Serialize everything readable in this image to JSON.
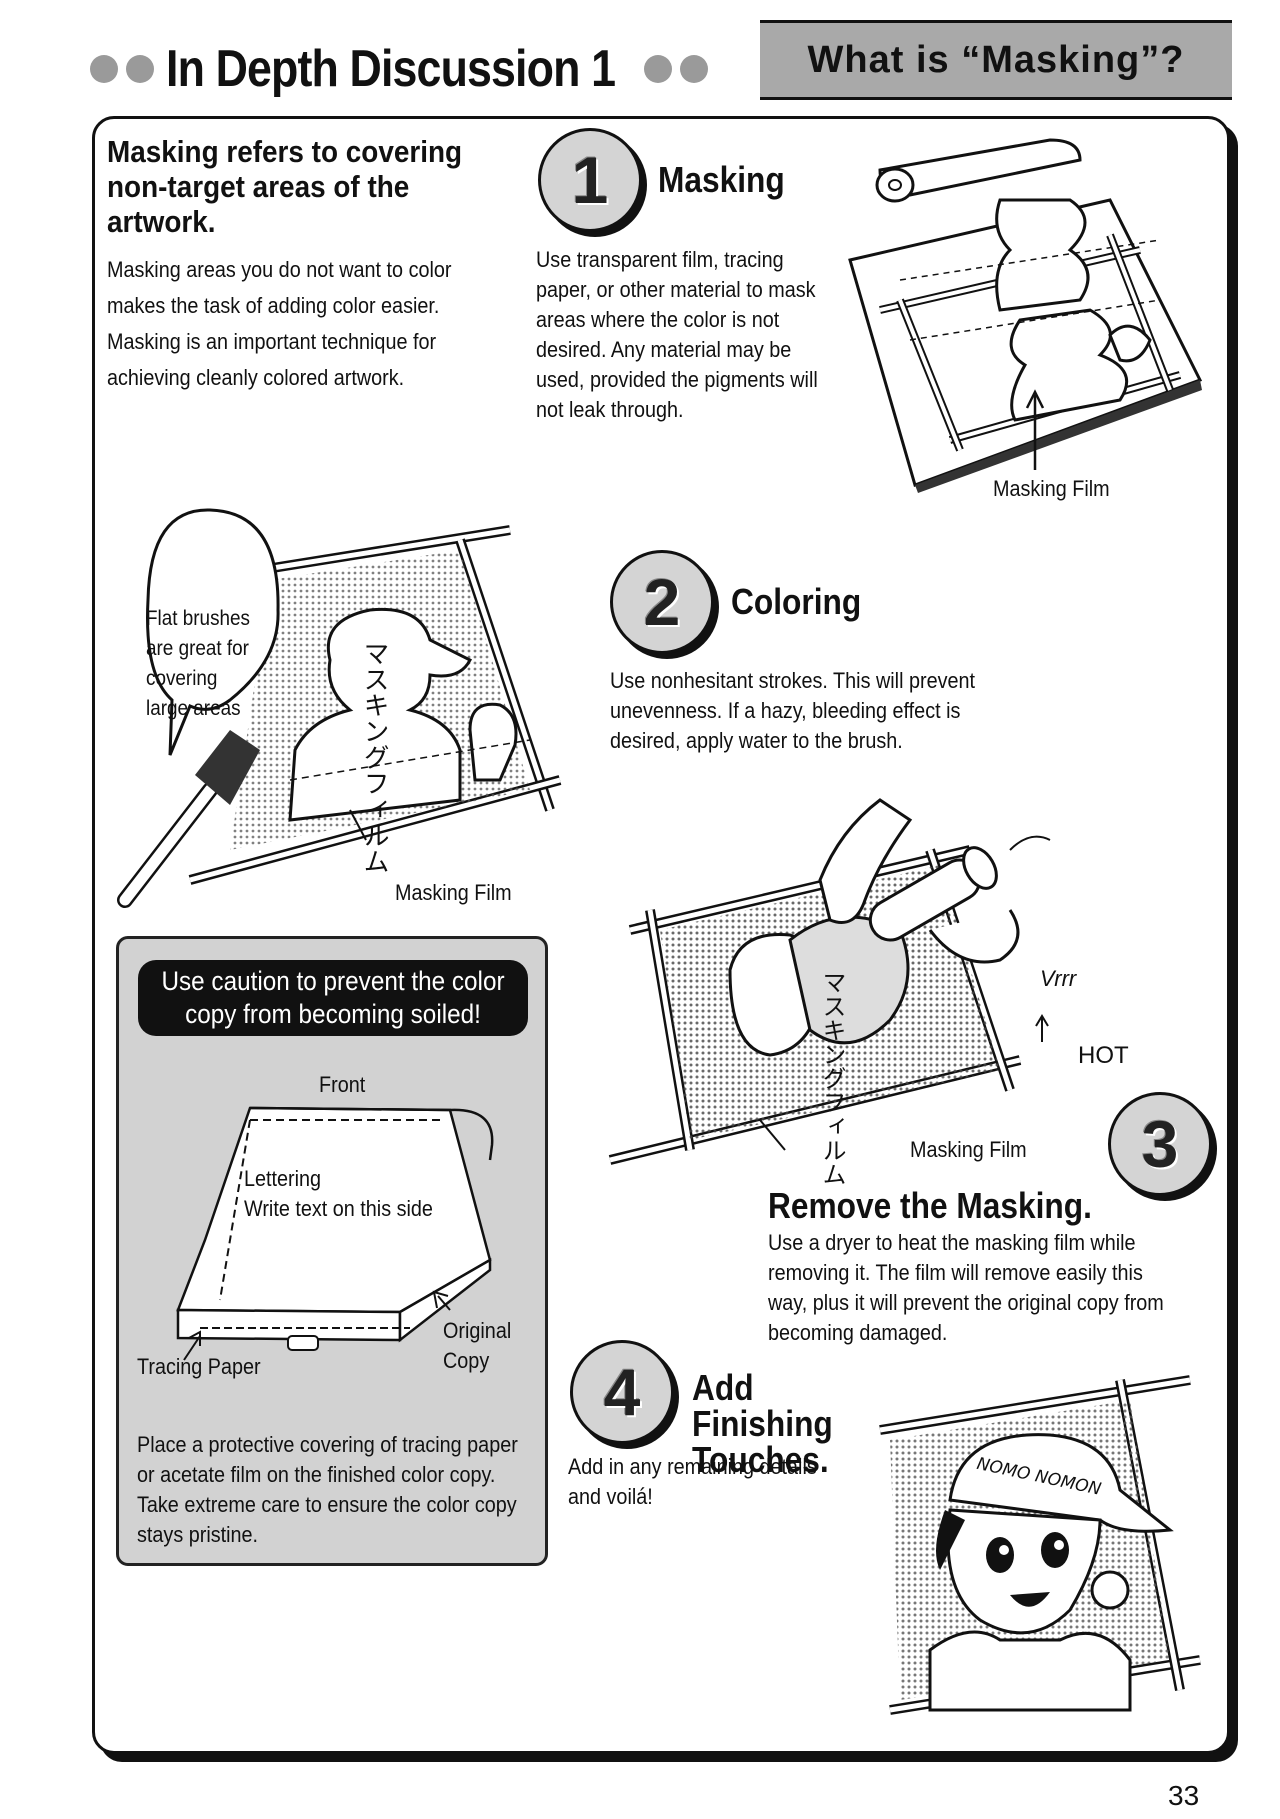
{
  "header": {
    "title": "In Depth Discussion 1",
    "badge": "What is “Masking”?"
  },
  "intro": {
    "lead": "Masking refers to covering non-target areas of the artwork.",
    "text": "Masking areas you do not want to color makes the task of adding color easier. Masking is an important technique for achieving cleanly colored artwork."
  },
  "steps": [
    {
      "number": "1",
      "title": "Masking",
      "text": "Use transparent film, tracing paper, or other material to mask areas where the color is not desired. Any material may be used, provided the pigments will not leak through.",
      "caption": "Masking Film"
    },
    {
      "number": "2",
      "title": "Coloring",
      "text": "Use nonhesitant strokes. This will prevent unevenness. If a hazy, bleeding effect is desired, apply water to the brush.",
      "speech_bubble": "Flat brushes are great for covering large areas",
      "caption": "Masking Film",
      "film_label": "マスキングフィルム"
    },
    {
      "number": "3",
      "title": "Remove the Masking.",
      "text": "Use a dryer to heat the masking film while removing it. The film will remove easily this way, plus it will prevent the original copy from becoming damaged.",
      "caption": "Masking Film",
      "sfx": "Vrrr",
      "hot": "HOT",
      "film_label": "マスキングフィルム"
    },
    {
      "number": "4",
      "title": "Add Finishing Touches.",
      "text": "Add in any remaining details and voilá!",
      "cap_text": "NOMO NOMON"
    }
  ],
  "caution": {
    "heading": "Use caution to prevent the color copy from becoming soiled!",
    "front": "Front",
    "lettering": "Lettering",
    "write_text": "Write text on this side",
    "tracing_paper": "Tracing Paper",
    "original_copy": "Original Copy",
    "text": "Place a protective covering of tracing paper or acetate film on the finished color copy. Take extreme care to ensure the color copy stays pristine."
  },
  "page_number": "33"
}
